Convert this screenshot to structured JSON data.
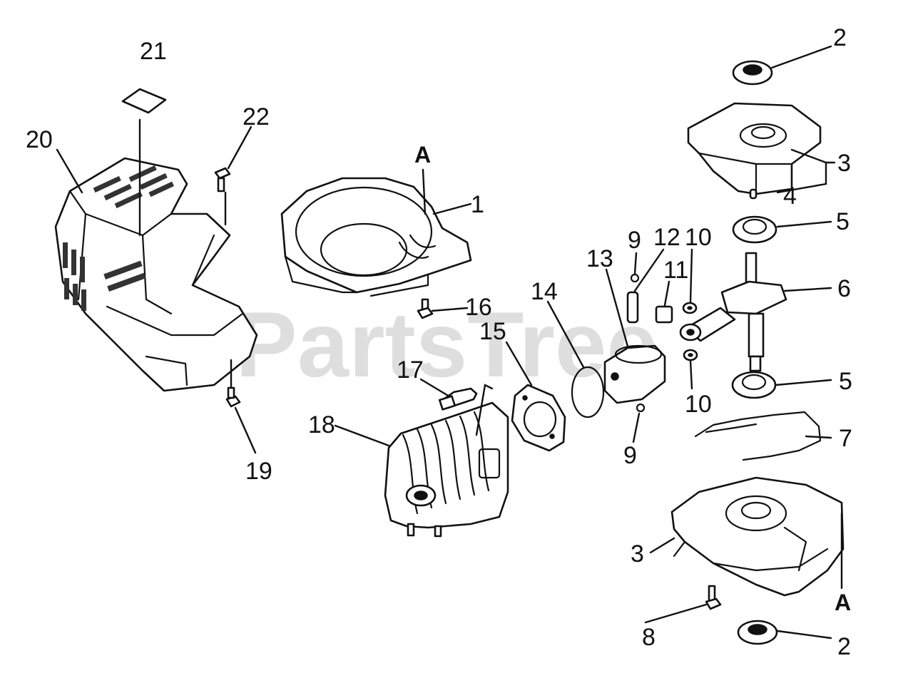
{
  "watermark": "PartsTree",
  "ref_mark": "A",
  "callouts": [
    "1",
    "2",
    "3",
    "4",
    "5",
    "6",
    "7",
    "8",
    "9",
    "10",
    "11",
    "12",
    "13",
    "14",
    "15",
    "16",
    "17",
    "18",
    "19",
    "20",
    "21",
    "22"
  ]
}
